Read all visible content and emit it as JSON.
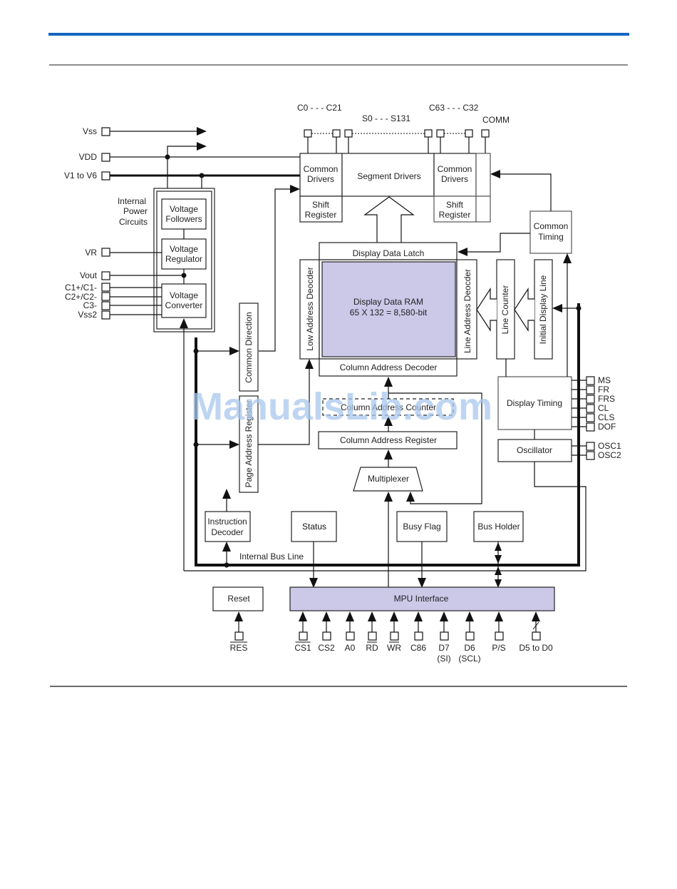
{
  "page": {
    "header_rule_color": "#1565c0",
    "watermark": "ManualsLib.com"
  },
  "pins_top": {
    "com_left": "C0 - - - C21",
    "seg": "S0 - - - S131",
    "com_right": "C63 - - - C32",
    "comm": "COMM"
  },
  "pins_left": {
    "vss": "Vss",
    "vdd": "VDD",
    "v1v6": "V1 to V6",
    "vr": "VR",
    "vout": "Vout",
    "c1": "C1+/C1-",
    "c2": "C2+/C2-",
    "c3": "C3-",
    "vss2": "Vss2"
  },
  "pins_right": [
    "MS",
    "FR",
    "FRS",
    "CL",
    "CLS",
    "DOF",
    "OSC1",
    "OSC2"
  ],
  "pins_bottom": {
    "res": "RES",
    "mpu": [
      "CS1",
      "CS2",
      "A0",
      "RD",
      "WR",
      "C86",
      "D7",
      "D6",
      "P/S",
      "D5 to D0"
    ],
    "mpu_sub": {
      "D7": "(SI)",
      "D6": "(SCL)"
    }
  },
  "blocks": {
    "internal_power": [
      "Internal",
      "Power",
      "Circuits"
    ],
    "voltage_followers": [
      "Voltage",
      "Followers"
    ],
    "voltage_regulator": [
      "Voltage",
      "Regulator"
    ],
    "voltage_converter": [
      "Voltage",
      "Converter"
    ],
    "common_drivers_left": [
      "Common",
      "Drivers"
    ],
    "segment_drivers": "Segment Drivers",
    "common_drivers_right": [
      "Common",
      "Drivers"
    ],
    "shift_register_left": [
      "Shift",
      "Register"
    ],
    "shift_register_right": [
      "Shift",
      "Register"
    ],
    "common_timing": [
      "Common",
      "Timing"
    ],
    "display_data_latch": "Display Data Latch",
    "display_ram": [
      "Display Data RAM",
      "65 X 132 = 8,580-bit"
    ],
    "low_address_decoder": "Low Address Deocder",
    "line_address_decoder": "Line Address Deocder",
    "column_address_decoder": "Column Address Decoder",
    "line_counter": "Line Counter",
    "initial_display_line": "Initial Display Line",
    "common_direction": "Common Direction",
    "page_address_register": "Page Address Register",
    "column_address_counter": "Column Address Counter",
    "column_address_register": "Column Address Register",
    "multiplexer": "Multiplexer",
    "display_timing": "Display Timing",
    "oscillator": "Oscillator",
    "instruction_decoder": [
      "Instruction",
      "Decoder"
    ],
    "status": "Status",
    "busy_flag": "Busy Flag",
    "bus_holder": "Bus Holder",
    "internal_bus_line": "Internal Bus Line",
    "reset": "Reset",
    "mpu_interface": "MPU Interface"
  }
}
